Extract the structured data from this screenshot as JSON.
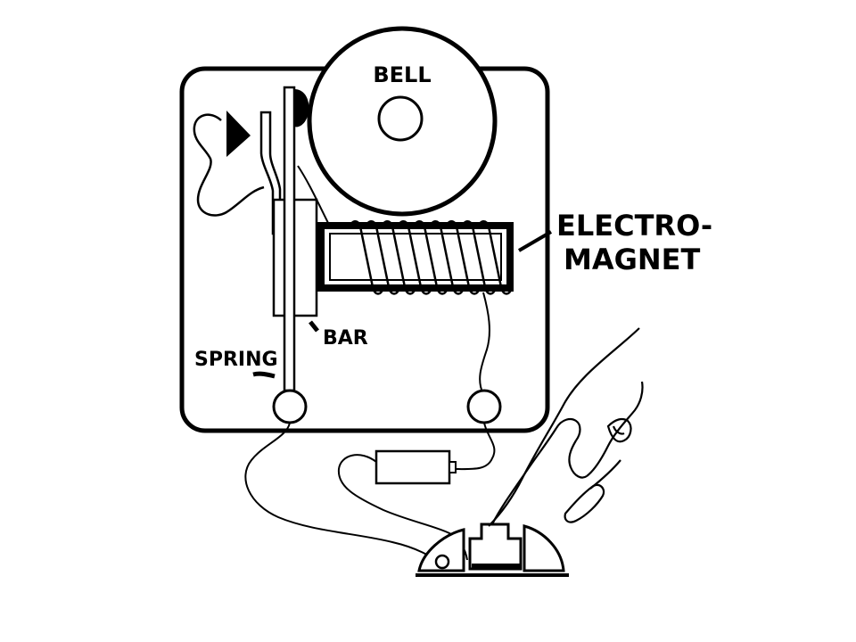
{
  "labels": {
    "bell": "BELL",
    "electromagnet_line1": "ELECTRO-",
    "electromagnet_line2": "MAGNET",
    "bar": "BAR",
    "spring": "SPRING"
  },
  "colors": {
    "ink": "#000000",
    "paper": "#ffffff"
  }
}
